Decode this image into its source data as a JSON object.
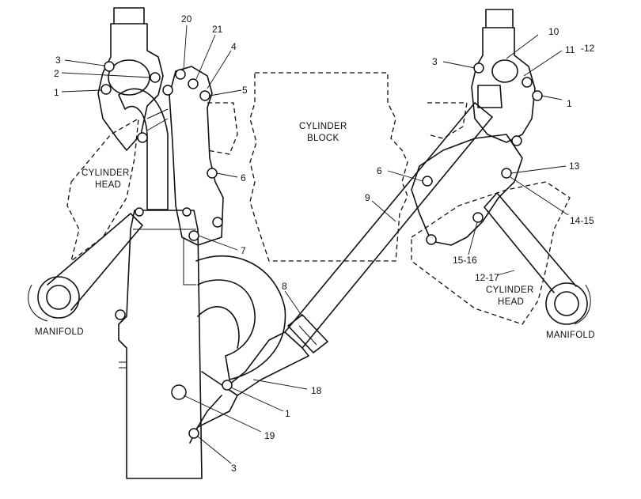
{
  "regions": {
    "cylinder_block": [
      "CYLINDER",
      "BLOCK"
    ],
    "cylinder_head_left": [
      "CYLINDER",
      "HEAD"
    ],
    "cylinder_head_right": [
      "CYLINDER",
      "HEAD"
    ],
    "manifold_left": "MANIFOLD",
    "manifold_right": "MANIFOLD"
  },
  "callouts": {
    "c20": "20",
    "c21": "21",
    "c4": "4",
    "c5": "5",
    "c3_top_left": "3",
    "c2": "2",
    "c1_top_left": "1",
    "c6_left": "6",
    "c7": "7",
    "c10": "10",
    "c11": "11",
    "c12_top": "-12",
    "c3_top_right": "3",
    "c1_right": "1",
    "c6_right": "6",
    "c9": "9",
    "c13": "13",
    "c14_15": "14-15",
    "c15_16": "15-16",
    "c12_17": "12-17",
    "c8": "8",
    "c18": "18",
    "c1_bottom": "1",
    "c19": "19",
    "c3_bottom": "3"
  }
}
